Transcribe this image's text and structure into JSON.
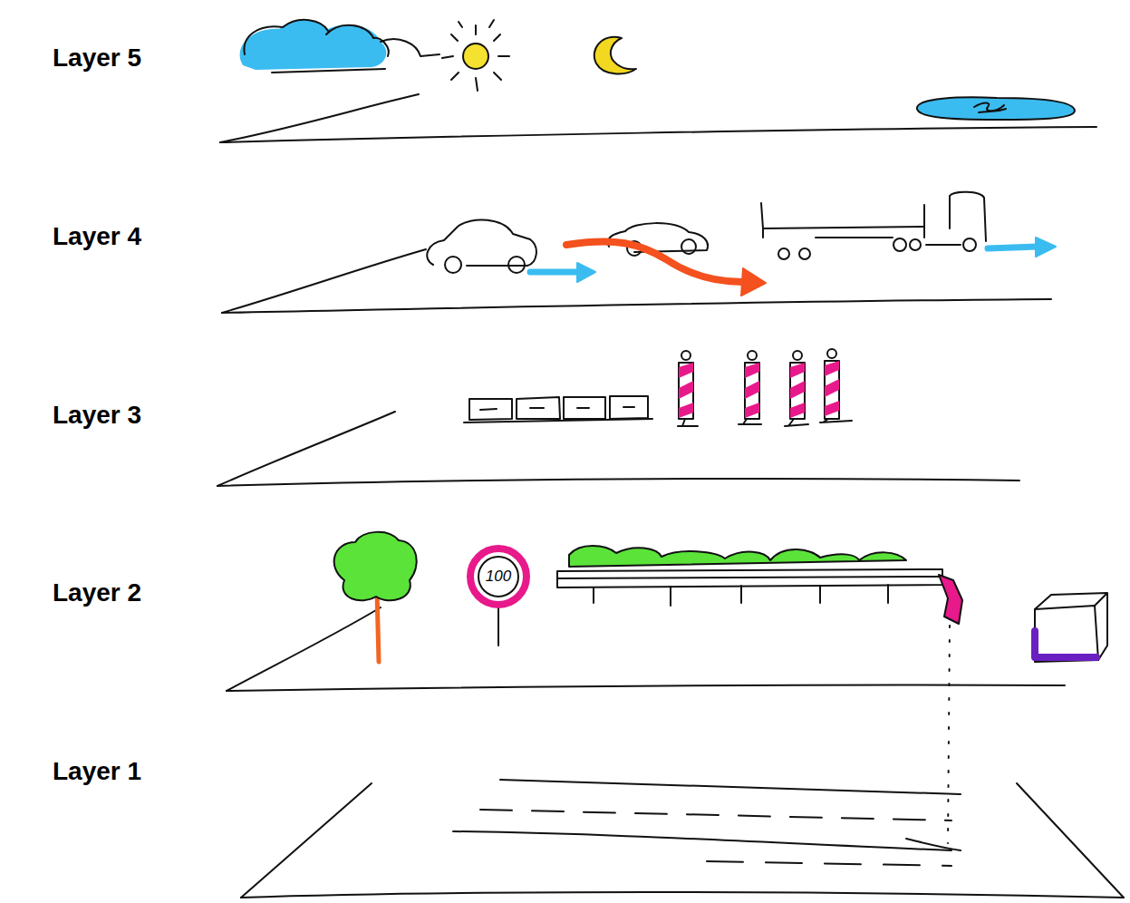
{
  "diagram": {
    "nodes": [
      {
        "text": [
          "100"
        ]
      }
    ],
    "labels": [
      "Layer 5",
      "Layer 4",
      "Layer 3",
      "Layer 2",
      "Layer 1"
    ]
  }
}
